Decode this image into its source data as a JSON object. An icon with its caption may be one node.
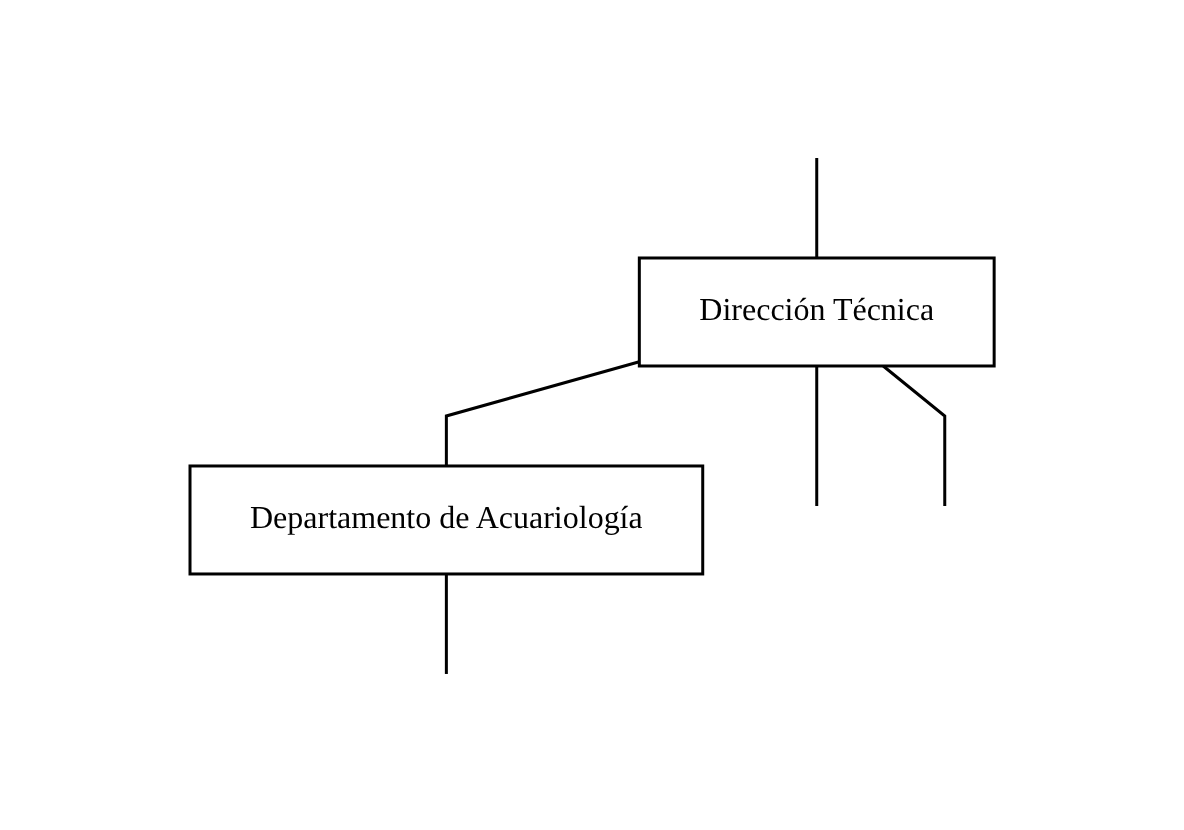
{
  "diagram": {
    "nodes": [
      {
        "text": [
          "Dirección Técnica"
        ]
      },
      {
        "text": [
          "Departamento de Acuariología"
        ]
      }
    ],
    "edges": [
      {
        "from": null,
        "to": 0,
        "arrow": "none"
      },
      {
        "from": 0,
        "to": 1,
        "arrow": "none"
      },
      {
        "from": 0,
        "to": null,
        "arrow": "none"
      },
      {
        "from": 0,
        "to": null,
        "arrow": "none"
      },
      {
        "from": 1,
        "to": null,
        "arrow": "none"
      }
    ]
  }
}
